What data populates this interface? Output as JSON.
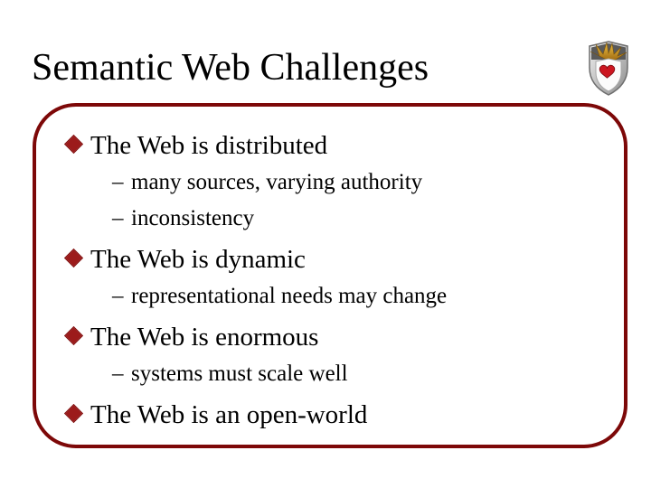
{
  "slide": {
    "title": "Semantic Web Challenges",
    "bullets": [
      {
        "level": 1,
        "text": "The Web is distributed"
      },
      {
        "level": 2,
        "text": "many sources, varying authority"
      },
      {
        "level": 2,
        "text": "inconsistency"
      },
      {
        "level": 1,
        "text": "The Web is dynamic"
      },
      {
        "level": 2,
        "text": "representational needs may change"
      },
      {
        "level": 1,
        "text": "The Web is enormous"
      },
      {
        "level": 2,
        "text": "systems must scale well"
      },
      {
        "level": 1,
        "text": "The Web is an open-world"
      }
    ],
    "bullet_glyphs": {
      "level1": "◆",
      "level2": "–"
    },
    "logo": "shield-crest-with-gold-burst-and-red-heart",
    "colors": {
      "frame_border": "#7d0808",
      "bullet_diamond": "#9c1b1b",
      "text": "#000000",
      "background": "#ffffff",
      "crest_gold": "#d89a1e",
      "crest_heart_red": "#cc1620",
      "crest_silver": "#c9c9c9"
    }
  }
}
